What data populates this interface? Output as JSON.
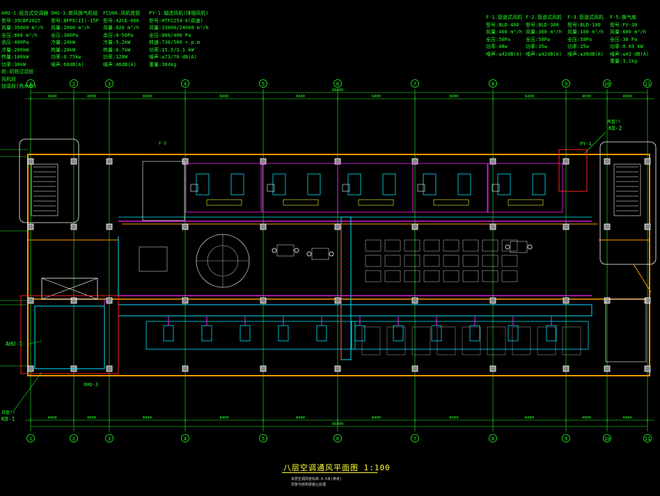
{
  "drawing": {
    "title": "八层空调通风平面图 1:100",
    "notes": [
      "本层空调风管标高-4.5米(参考)",
      "风管与结构梁避让处理"
    ]
  },
  "equipment_schedule_left": [
    {
      "id": "AHU-1",
      "lines": [
        "AHU-1.组合式空调器",
        "型号:39CBF2025",
        "风量:35000 m³/h",
        "全压:800 m³/h",
        "余压:400Pa",
        "冷量:200kW",
        "热量:180kW",
        "功率:30kW",
        "段:初效过滤段",
        "风机段",
        "加湿段(热水段)"
      ]
    },
    {
      "id": "OHU-3",
      "lines": [
        "OHU-3.新风换气机组",
        "型号:BFPX(II)-15P",
        "风量:2000 m³/h",
        "全压:300Pa",
        "冷量:24kW",
        "热量:20kW",
        "功率:0.75kw",
        "噪声:60dB(A)"
      ]
    },
    {
      "id": "FCU06",
      "lines": [
        "FCU06.风机盘管",
        "型号:42CE-006",
        "风量:820 m³/h",
        "余压:0-50Pa",
        "冷量:5.2kW",
        "热量:6.7kW",
        "功率:128W",
        "噪声:46dB(A)"
      ]
    },
    {
      "id": "PY-1",
      "lines": [
        "PY-1.轴流风机(排烟风机)",
        "型号:HTFC254-Ⅱ(双速)",
        "风量:33000/24000 m³/h",
        "全压:800/400 Pa",
        "转速:730/500 r.p.m",
        "功率:15.5/3.1 kW",
        "噪声:≤73/70 dB(A)",
        "重量:384kg"
      ]
    }
  ],
  "equipment_schedule_right": [
    {
      "id": "F-1",
      "lines": [
        "F-1.管道式风机",
        "型号:BLD-400",
        "风量:400 m³/h",
        "全压:50Pa",
        "功率:48w",
        "噪声:≤42dB(A)"
      ]
    },
    {
      "id": "F-2",
      "lines": [
        "F-2.管道式风机",
        "型号:BLD-300",
        "风量:300 m³/h",
        "全压:50Pa",
        "功率:35w",
        "噪声:≤42dB(A)"
      ]
    },
    {
      "id": "F-3",
      "lines": [
        "F-3.管道式风机",
        "型号:BLD-100",
        "风量:100 m³/h",
        "全压:50Pa",
        "功率:25w",
        "噪声:≤38dB(A)"
      ]
    },
    {
      "id": "F-5",
      "lines": [
        "F-5.换气扇",
        "型号:FV-30",
        "风量:600 m³/h",
        "全压:30 Pa",
        "功率:0.03 kW",
        "噪声:≤43 dB(A)",
        "重量:3.1kg"
      ]
    }
  ],
  "grid": {
    "axes": [
      "1",
      "2",
      "3",
      "4",
      "5",
      "6",
      "7",
      "8",
      "9",
      "10",
      "11"
    ],
    "spans": [
      "4400",
      "4000",
      "8400",
      "8400",
      "8400",
      "8400",
      "8400",
      "8400",
      "4000",
      "4400"
    ],
    "total": "66000"
  },
  "tags": {
    "kb1": "KB-1",
    "kb2": "KB-2",
    "ahu1": "AHU-1",
    "ohu3": "OHU-3",
    "py1": "PY-1",
    "f5": "F-5",
    "wall_label_left": "风管??",
    "wall_label_right": "风管??"
  },
  "colors": {
    "wall": "#ff9900",
    "column": "#ffffff",
    "axis": "#22ff22",
    "duct_cyan": "#00e5ff",
    "pipe_magenta": "#ff22ff",
    "red": "#ff2222",
    "furniture": "#cccccc"
  }
}
